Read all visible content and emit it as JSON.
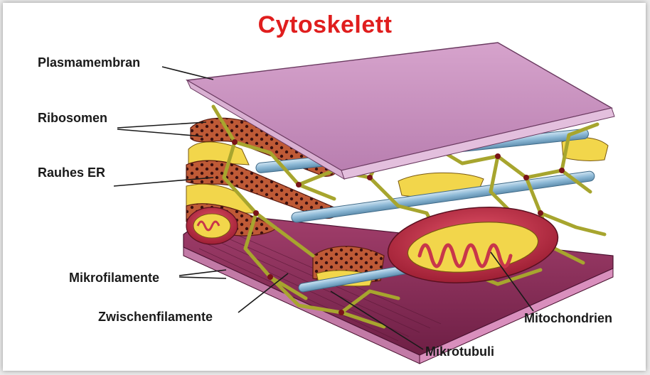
{
  "title": "Cytoskelett",
  "labels": {
    "plasmamembran": "Plasmamembran",
    "ribosomen": "Ribosomen",
    "rauhes_er": "Rauhes ER",
    "mikrofilamente": "Mikrofilamente",
    "zwischenfilamente": "Zwischenfilamente",
    "mitochondrien": "Mitochondrien",
    "mikrotubuli": "Mikrotubuli"
  },
  "colors": {
    "title": "#e01e1e",
    "membrane": "#c98fbf",
    "er": "#b44a2e",
    "er_lumen": "#f2d64b",
    "filament": "#b9b53a",
    "microtubule": "#8db9d6",
    "mitochondrion": "#c8364a",
    "base_plate": "#8b2f58"
  }
}
